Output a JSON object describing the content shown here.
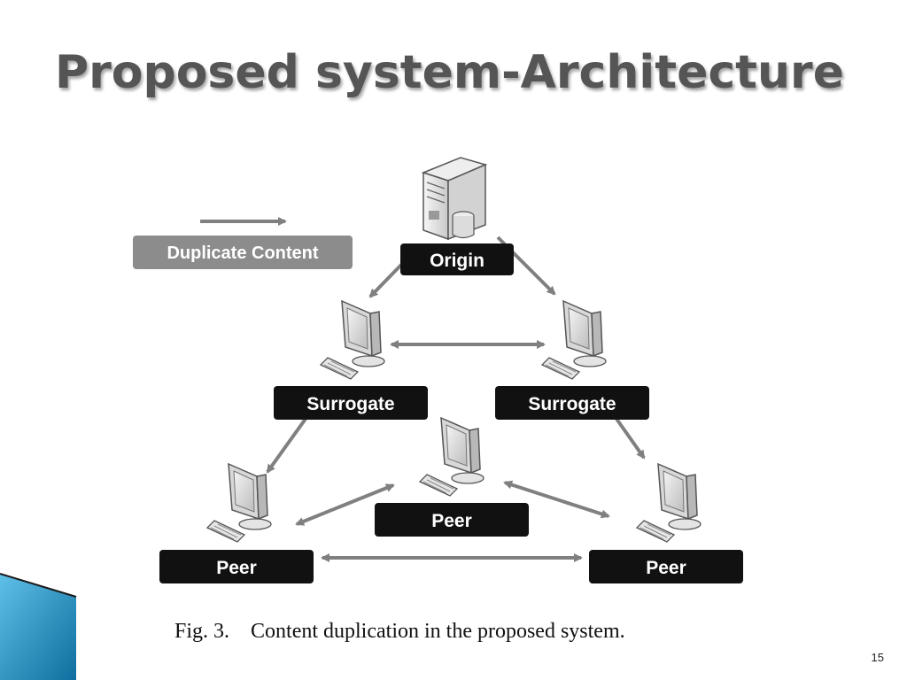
{
  "slide": {
    "title": "Proposed system-Architecture",
    "page_number": "15"
  },
  "legend": {
    "label": "Duplicate Content"
  },
  "nodes": {
    "origin": "Origin",
    "surrogate_left": "Surrogate",
    "surrogate_right": "Surrogate",
    "peer_center": "Peer",
    "peer_left": "Peer",
    "peer_right": "Peer"
  },
  "caption": {
    "figure_label": "Fig. 3.",
    "text": "Content duplication in the proposed system."
  },
  "colors": {
    "title": "#555555",
    "node_box": "#111111",
    "arrow": "#808080",
    "legend_box": "#8c8c8c",
    "corner_accent": "#1e88b8"
  }
}
